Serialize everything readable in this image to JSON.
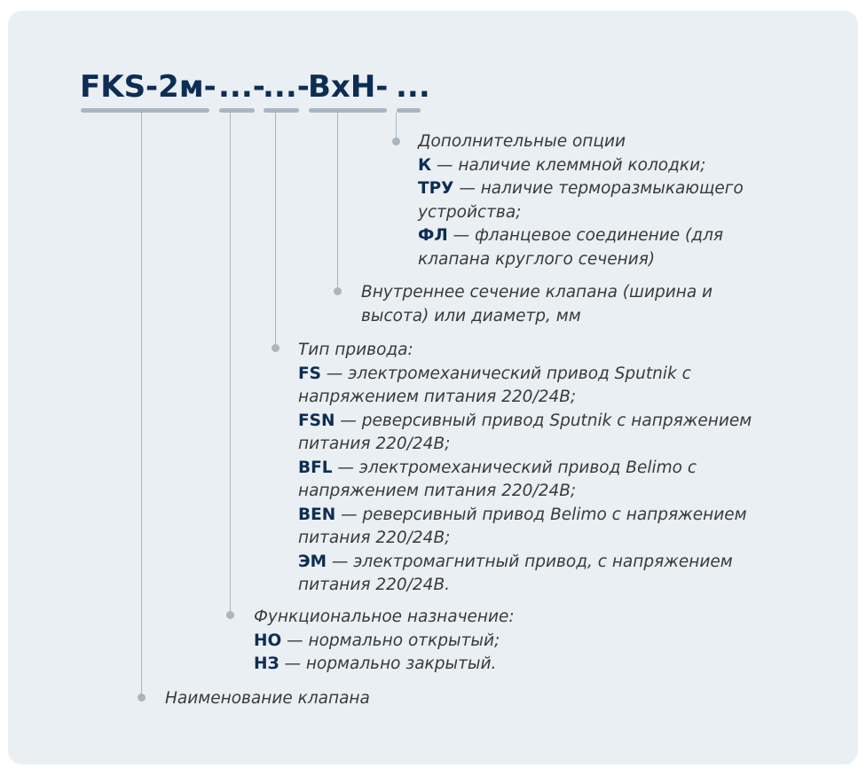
{
  "code": {
    "parts": [
      "FKS-2м-",
      "...-",
      "...-",
      "BxH-",
      "..."
    ]
  },
  "options": {
    "title": "Дополнительные опции",
    "items": [
      {
        "code": "К",
        "text": " — наличие клеммной колодки;"
      },
      {
        "code": "ТРУ",
        "text": " — наличие терморазмыкающего устройства;"
      },
      {
        "code": "ФЛ",
        "text": " — фланцевое соединение (для клапана круглого сечения)"
      }
    ]
  },
  "section": {
    "title": "Внутреннее сечение клапана (ширина и высота) или диаметр, мм"
  },
  "drive": {
    "title": "Тип привода:",
    "items": [
      {
        "code": "FS",
        "text": " — электромеханический привод Sputnik с напряжением питания 220/24В;"
      },
      {
        "code": "FSN",
        "text": " — реверсивный привод Sputnik с напряжением питания 220/24В;"
      },
      {
        "code": "BFL",
        "text": " — электромеханический привод Belimo с напряжением питания 220/24В;"
      },
      {
        "code": "BEN",
        "text": " — реверсивный привод Belimo с напряжением питания 220/24В;"
      },
      {
        "code": "ЭМ",
        "text": " — электромагнитный привод, с напряжением питания 220/24В."
      }
    ]
  },
  "function": {
    "title": "Функциональное назначение:",
    "items": [
      {
        "code": "НО",
        "text": " — нормально открытый;"
      },
      {
        "code": "НЗ",
        "text": " — нормально закрытый."
      }
    ]
  },
  "name": {
    "title": "Наименование клапана"
  }
}
